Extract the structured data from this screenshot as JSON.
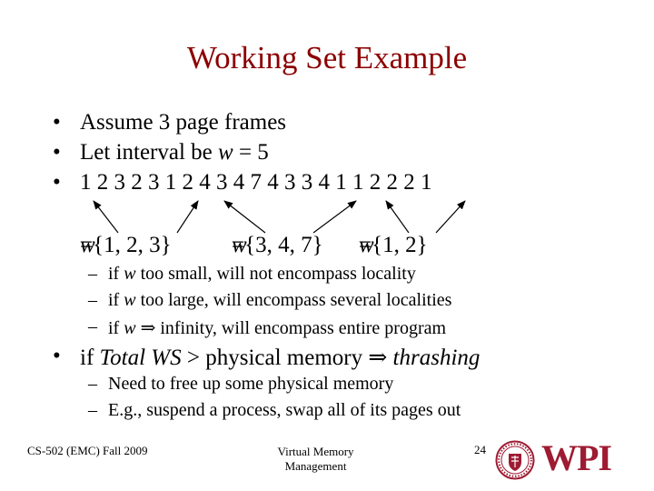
{
  "slide": {
    "title": "Working Set Example",
    "bullets": [
      {
        "marker": "•",
        "text": "Assume 3 page frames"
      },
      {
        "marker": "•",
        "pre": "Let interval be ",
        "var": "w",
        "post": " = 5"
      },
      {
        "marker": "•",
        "text": "1 2 3 2 3 1 2 4 3 4 7 4 3 3 4 1 1 2 2 2 1"
      }
    ],
    "working_sets": [
      {
        "var": "w",
        "set": "={1, 2, 3}"
      },
      {
        "var": "w",
        "set": "={3, 4, 7}"
      },
      {
        "var": "w",
        "set": "={1, 2}"
      }
    ],
    "sub_bullets_1": [
      {
        "marker": "–",
        "pre": "if ",
        "var": "w",
        "post": " too small, will not encompass locality"
      },
      {
        "marker": "–",
        "pre": "if ",
        "var": "w",
        "post": " too large, will encompass several localities"
      },
      {
        "marker": "–",
        "pre": "if ",
        "var": "w",
        "arrow": "⇒",
        "post": " infinity, will encompass entire program"
      }
    ],
    "bullet_4": {
      "marker": "•",
      "pre": "if ",
      "italic1": "Total WS",
      "mid": " > physical memory ",
      "arrow": "⇒",
      "italic2": "thrashing"
    },
    "sub_bullets_2": [
      {
        "marker": "–",
        "text": "Need to free up some physical memory"
      },
      {
        "marker": "–",
        "text": "E.g., suspend a process, swap all of its pages out"
      }
    ]
  },
  "footer": {
    "course": "CS-502 (EMC) Fall 2009",
    "topic_line1": "Virtual Memory",
    "topic_line2": "Management",
    "page": "24",
    "logo_text": "WPI"
  },
  "colors": {
    "title": "#8b0000",
    "logo": "#9e1b32"
  }
}
